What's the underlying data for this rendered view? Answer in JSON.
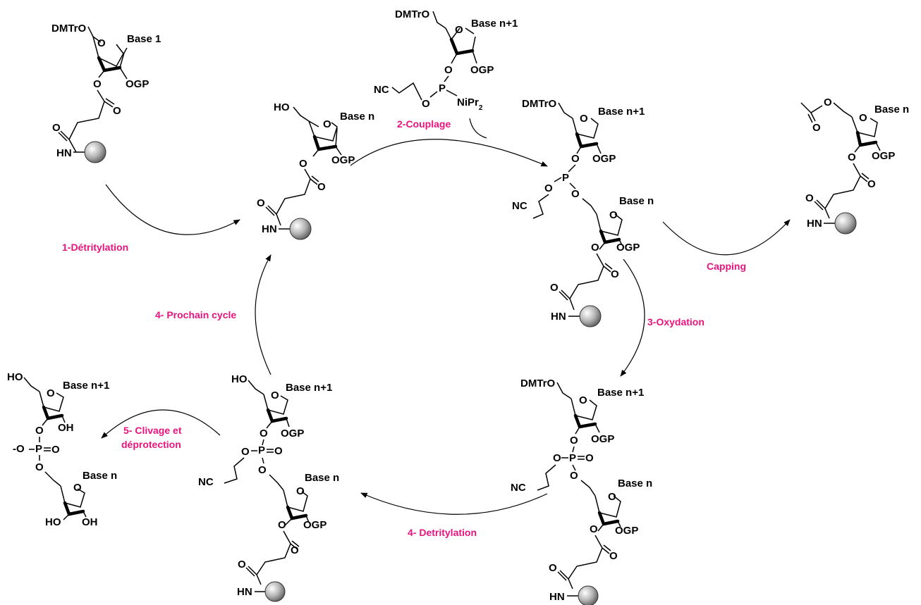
{
  "steps": {
    "s1": "1-Détritylation",
    "s2": "2-Couplage",
    "s3": "3-Oxydation",
    "s4a": "4- Prochain cycle",
    "s4b": "4- Detritylation",
    "s5a": "5- Clivage et",
    "s5b": "déprotection",
    "capping": "Capping"
  },
  "molecules": {
    "start": {
      "protect": "DMTrO",
      "base": "Base 1",
      "ogp": "OGP",
      "o": "O",
      "amide": "HN"
    },
    "amidite": {
      "protect": "DMTrO",
      "base": "Base n+1",
      "ogp": "OGP",
      "o": "O",
      "p": "P",
      "amine": "NiPr",
      "amine_sub": "2",
      "nc": "NC"
    },
    "deprot_n": {
      "oh": "HO",
      "base": "Base n",
      "ogp": "OGP",
      "o": "O",
      "amide": "HN"
    },
    "phosphite": {
      "protect": "DMTrO",
      "base_top": "Base n+1",
      "base_bottom": "Base n",
      "ogp": "OGP",
      "o": "O",
      "p": "P",
      "nc": "NC",
      "amide": "HN"
    },
    "capped": {
      "base": "Base n",
      "ogp": "OGP",
      "o": "O",
      "amide": "HN"
    },
    "phosphate": {
      "protect": "DMTrO",
      "base_top": "Base n+1",
      "base_bottom": "Base n",
      "ogp": "OGP",
      "o": "O",
      "p": "P",
      "nc": "NC",
      "amide": "HN"
    },
    "deprot_phosphate": {
      "oh": "HO",
      "base_top": "Base n+1",
      "base_bottom": "Base n",
      "ogp": "OGP",
      "o": "O",
      "p": "P",
      "nc": "NC",
      "amide": "HN"
    },
    "final": {
      "oh": "HO",
      "oh_short": "OH",
      "base_top": "Base n+1",
      "base_bottom": "Base n",
      "o": "O",
      "o_minus": "-O",
      "p": "P"
    }
  },
  "colors": {
    "step_label": "#e8137e",
    "bond": "#000000",
    "support_bead": "#8a8a8a"
  }
}
